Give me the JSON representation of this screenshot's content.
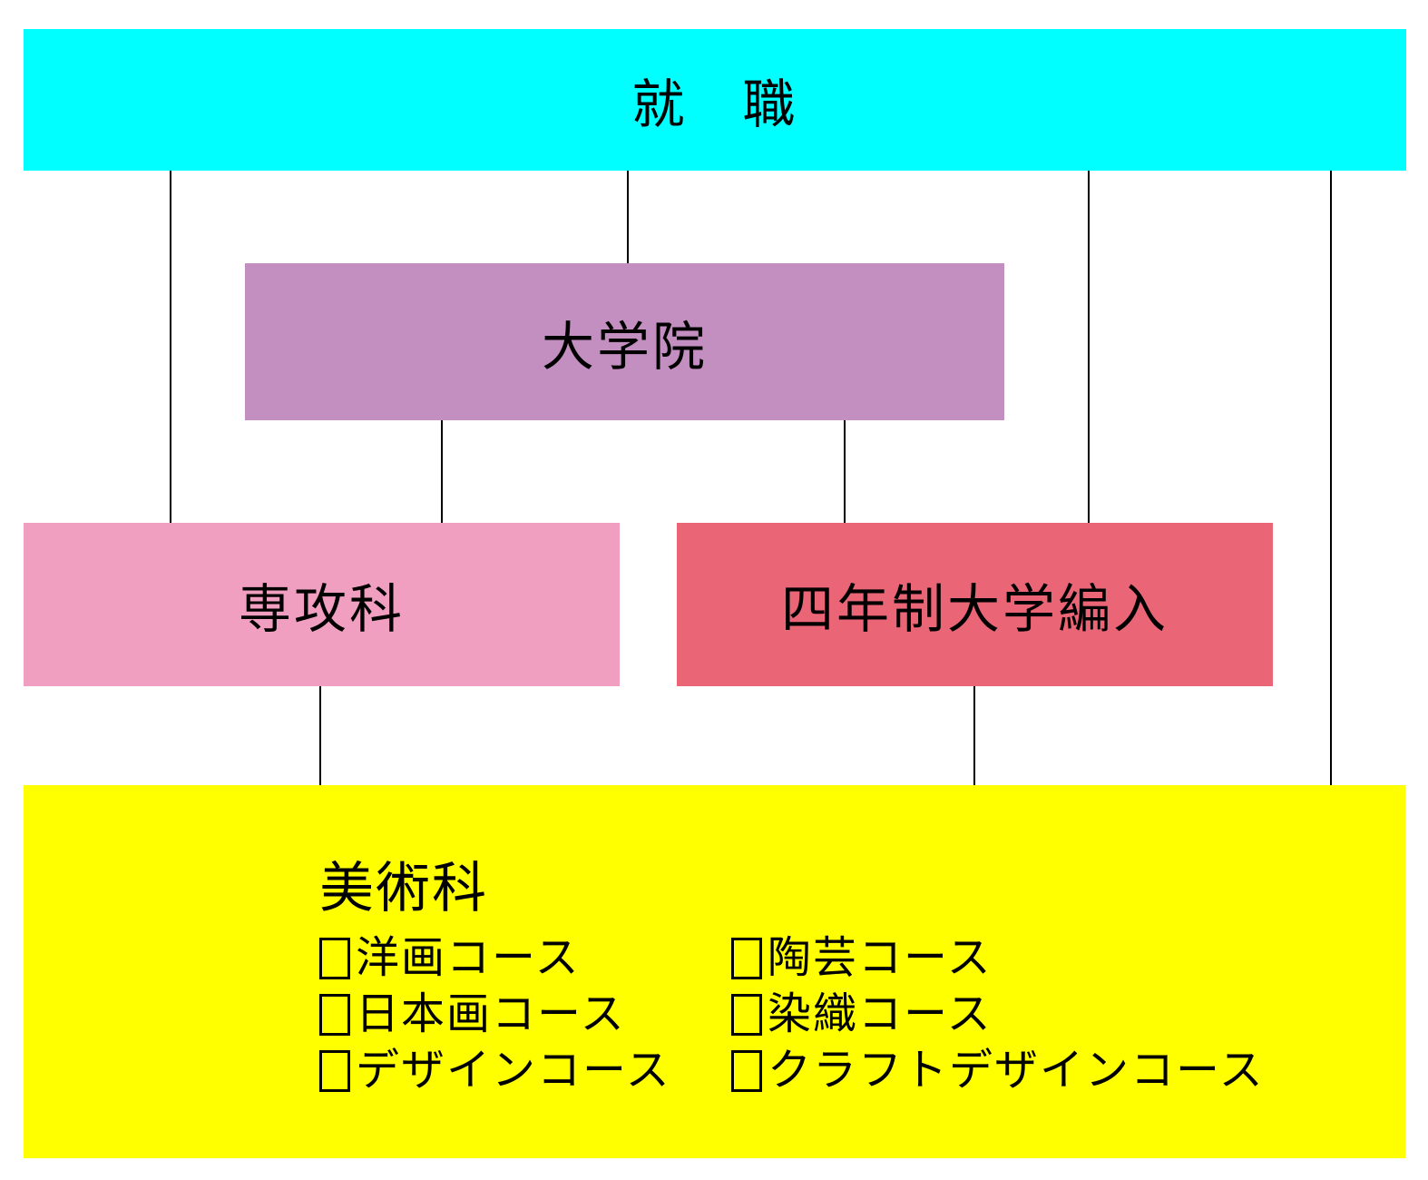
{
  "nodes": {
    "employment": {
      "label": "就　職",
      "color": "#00FFFF"
    },
    "graduate_school": {
      "label": "大学院",
      "color": "#C38FC1"
    },
    "advanced_course": {
      "label": "専攻科",
      "color": "#F19FC1"
    },
    "university_transfer": {
      "label": "四年制大学編入",
      "color": "#EA6676"
    },
    "art_department": {
      "heading": "美術科",
      "color": "#FFFF00",
      "checkbox_glyph": "□",
      "courses_left": [
        "洋画コース",
        "日本画コース",
        "デザインコース"
      ],
      "courses_right": [
        "陶芸コース",
        "染織コース",
        "クラフトデザインコース"
      ]
    }
  },
  "connector_color": "#000000"
}
